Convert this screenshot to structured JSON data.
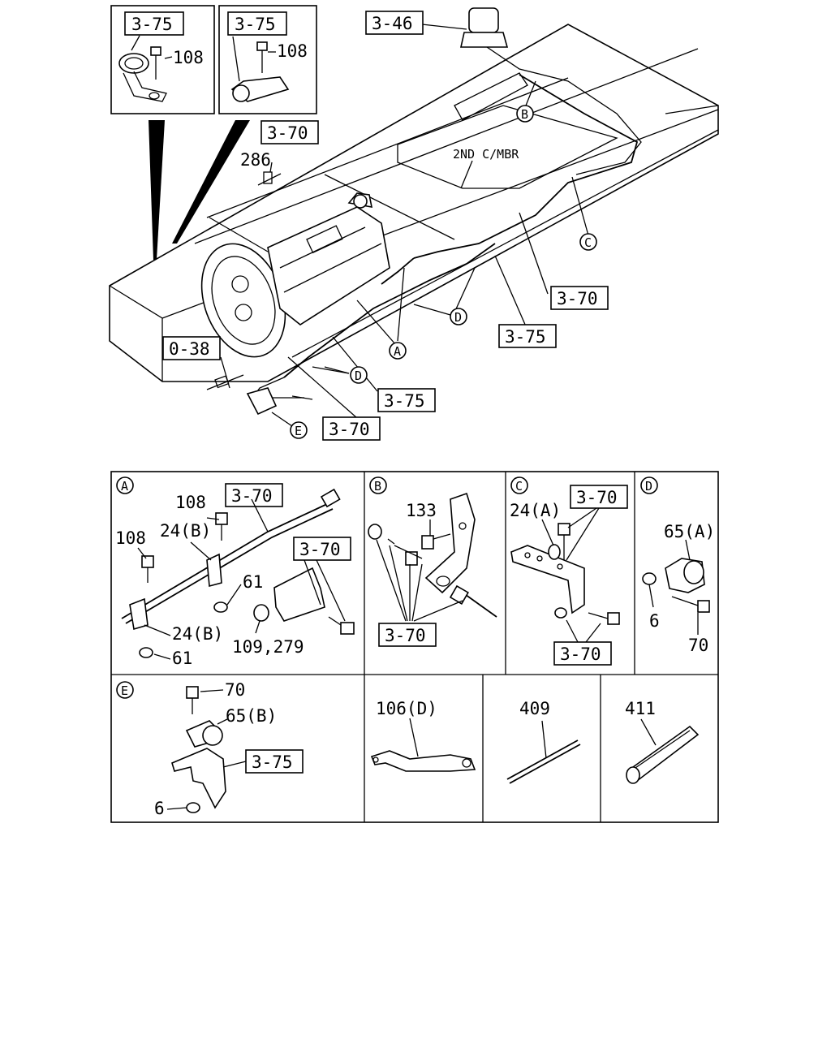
{
  "top": {
    "ref_3_46": "3-46",
    "ref_3_70_top": "3-70",
    "ref_3_70_right": "3-70",
    "ref_3_75_right": "3-75",
    "ref_0_38": "0-38",
    "ref_3_75_mid": "3-75",
    "ref_3_70_bottom": "3-70",
    "label_2nd_mbr": "2ND C/MBR",
    "part_286": "286",
    "circle_b": "B",
    "circle_c": "C",
    "circle_d1": "D",
    "circle_d2": "D",
    "circle_a": "A",
    "circle_e": "E"
  },
  "inset_left": {
    "ref": "3-75",
    "part": "108"
  },
  "inset_right": {
    "ref": "3-75",
    "part": "108"
  },
  "panel_a": {
    "letter": "A",
    "ref1": "3-70",
    "ref2": "3-70",
    "p108a": "108",
    "p108b": "108",
    "p24b_a": "24(B)",
    "p24b_b": "24(B)",
    "p61a": "61",
    "p61b": "61",
    "p109": "109,279"
  },
  "panel_b": {
    "letter": "B",
    "p133": "133",
    "ref": "3-70"
  },
  "panel_c": {
    "letter": "C",
    "p24a": "24(A)",
    "ref1": "3-70",
    "ref2": "3-70"
  },
  "panel_d": {
    "letter": "D",
    "p65a": "65(A)",
    "p6": "6",
    "p70": "70"
  },
  "panel_e": {
    "letter": "E",
    "p70": "70",
    "p65b": "65(B)",
    "ref": "3-75",
    "p6": "6"
  },
  "panel_106": {
    "label": "106(D)"
  },
  "panel_409": {
    "label": "409"
  },
  "panel_411": {
    "label": "411"
  }
}
